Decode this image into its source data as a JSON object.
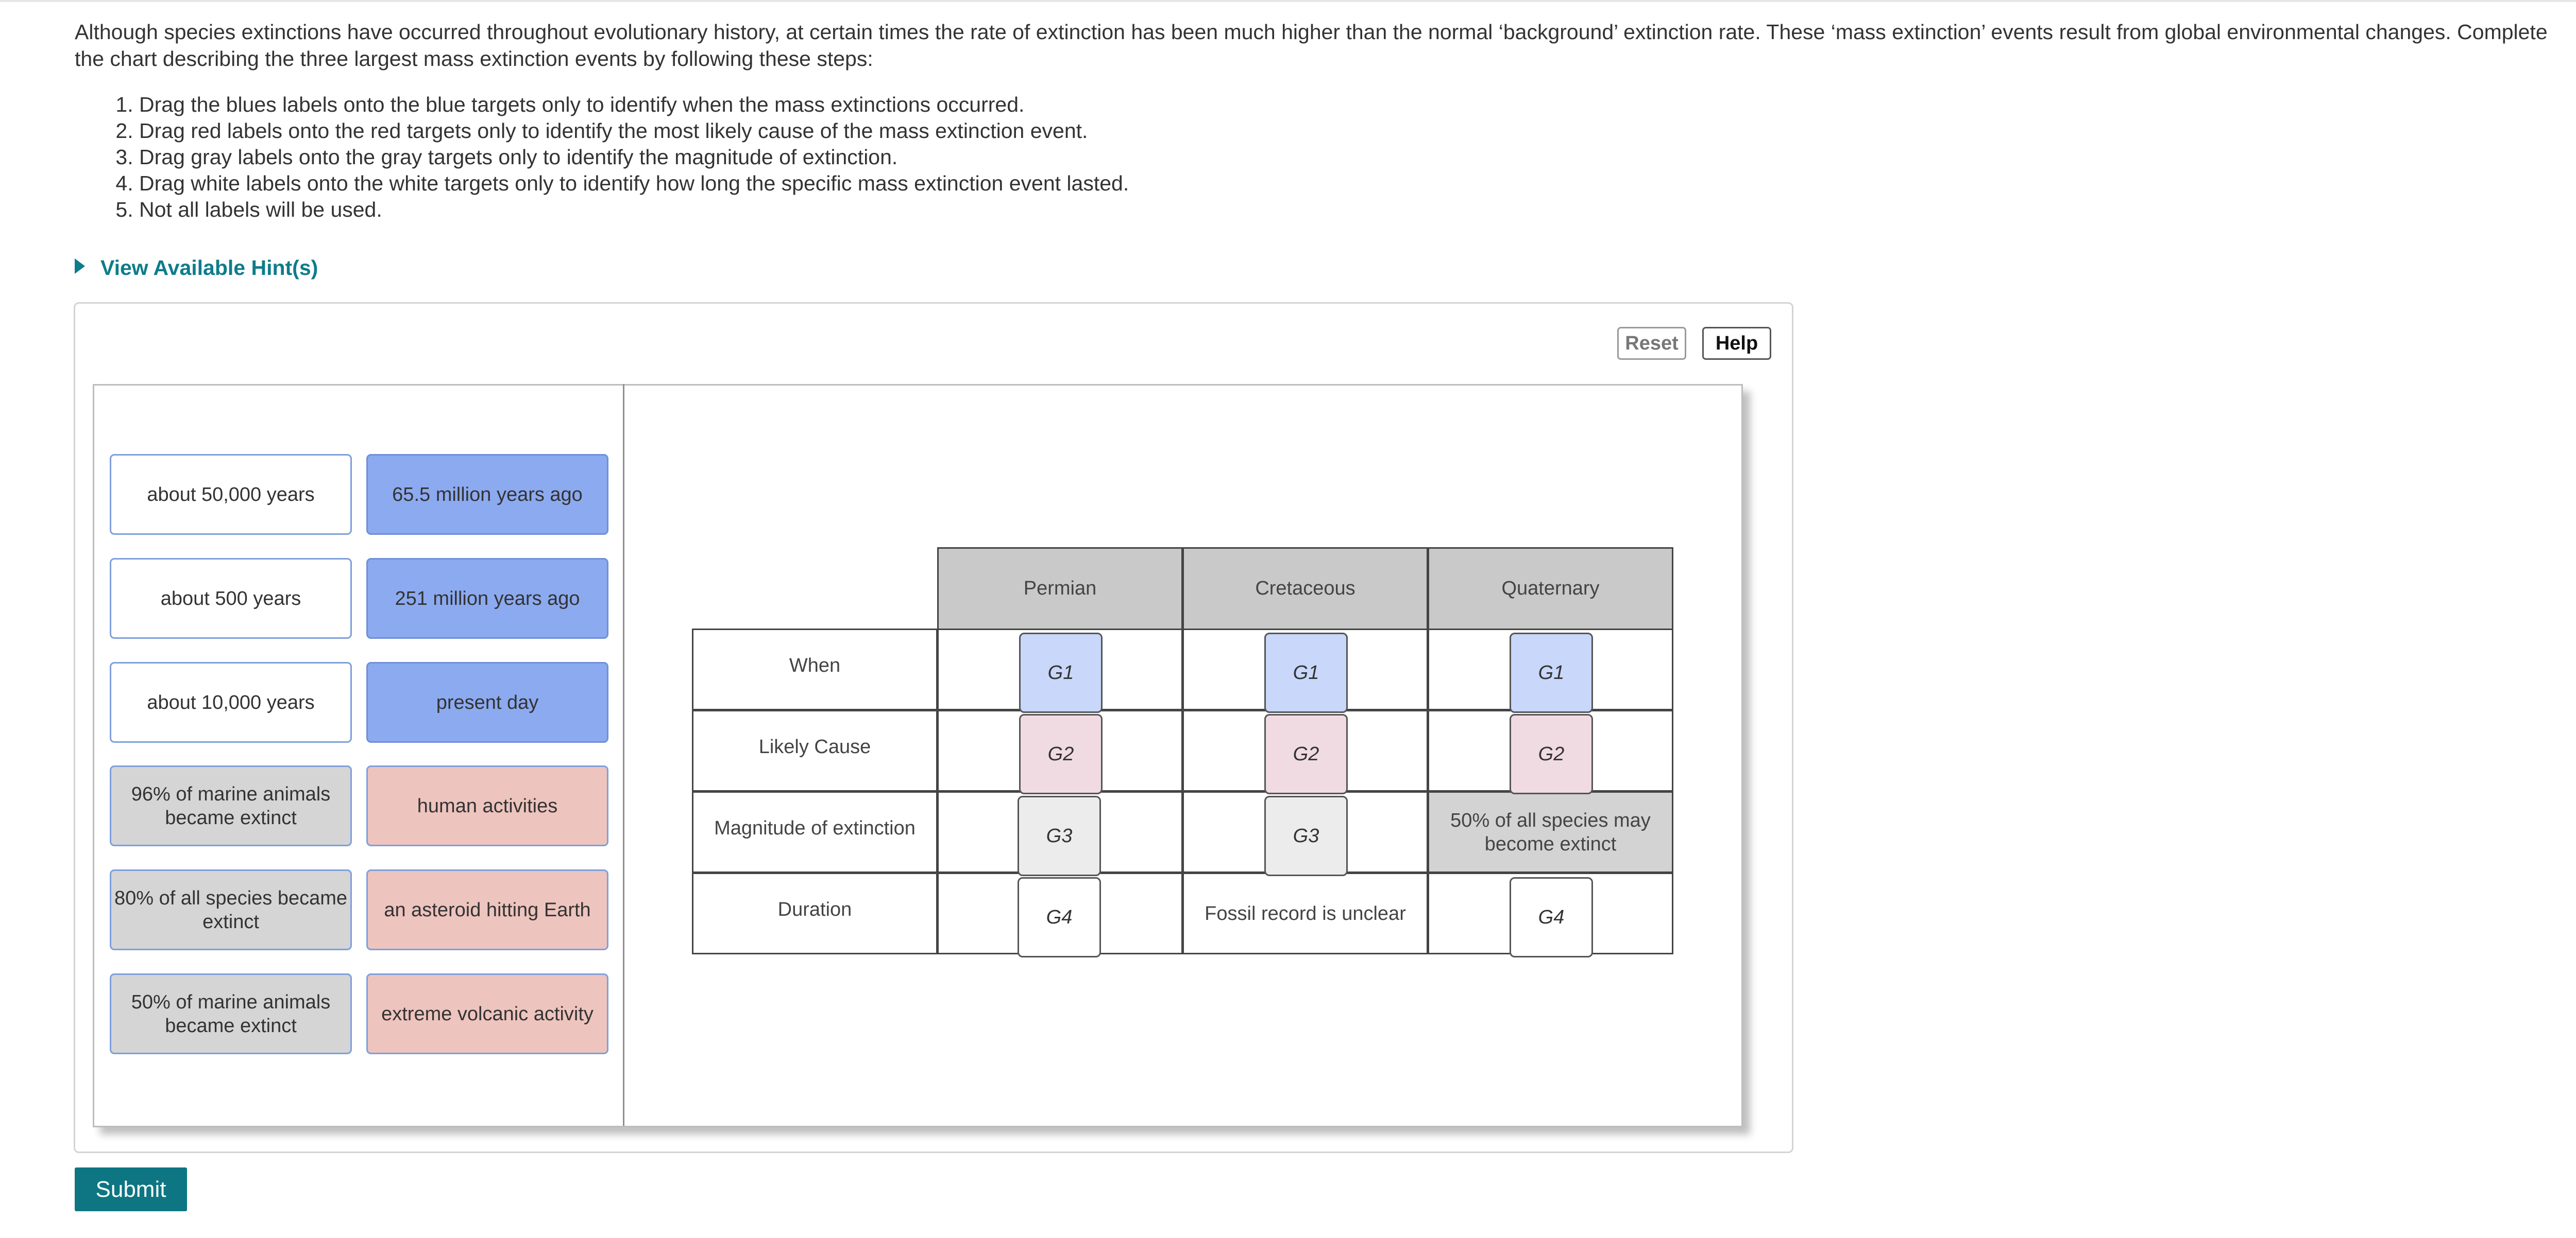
{
  "instructions": {
    "intro": "Although species extinctions have occurred throughout evolutionary history, at certain times the rate of extinction has been much higher than the normal ‘background’ extinction rate. These ‘mass extinction’ events result from global environmental changes. Complete the chart describing the three largest mass extinction events by following these steps:",
    "steps": [
      "Drag the blues labels onto the blue targets only to identify when the mass extinctions occurred.",
      "Drag red labels onto the red targets only to identify the most likely cause of the mass extinction event.",
      "Drag gray labels onto the gray targets only to identify the magnitude of extinction.",
      "Drag white labels onto the white targets only to identify how long the specific mass extinction event lasted.",
      "Not all labels will be used."
    ]
  },
  "hint_link": "View Available Hint(s)",
  "toolbar": {
    "reset": "Reset",
    "help": "Help"
  },
  "labels": [
    {
      "text": "about 50,000 years",
      "kind": "white"
    },
    {
      "text": "65.5 million years ago",
      "kind": "blue"
    },
    {
      "text": "about 500 years",
      "kind": "white"
    },
    {
      "text": "251 million years ago",
      "kind": "blue"
    },
    {
      "text": "about 10,000 years",
      "kind": "white"
    },
    {
      "text": "present day",
      "kind": "blue"
    },
    {
      "text": "96% of marine animals became extinct",
      "kind": "gray"
    },
    {
      "text": "human activities",
      "kind": "red"
    },
    {
      "text": "80% of all species became extinct",
      "kind": "gray"
    },
    {
      "text": "an asteroid hitting Earth",
      "kind": "red"
    },
    {
      "text": "50% of marine animals became extinct",
      "kind": "gray"
    },
    {
      "text": "extreme volcanic activity",
      "kind": "red"
    }
  ],
  "table": {
    "columns": [
      "Permian",
      "Cretaceous",
      "Quaternary"
    ],
    "rows": [
      "When",
      "Likely Cause",
      "Magnitude of extinction",
      "Duration"
    ],
    "targets": {
      "when": "G1",
      "cause": "G2",
      "magnitude": "G3",
      "duration": "G4"
    },
    "fixed": {
      "quaternary_magnitude": "50% of all species may become extinct",
      "cretaceous_duration": "Fossil record is unclear"
    }
  },
  "submit": "Submit",
  "colors": {
    "blue_label": "#8caaf0",
    "red_label": "#eec4be",
    "gray_label": "#d5d5d5",
    "white_label": "#ffffff",
    "accent": "#0d7682"
  }
}
